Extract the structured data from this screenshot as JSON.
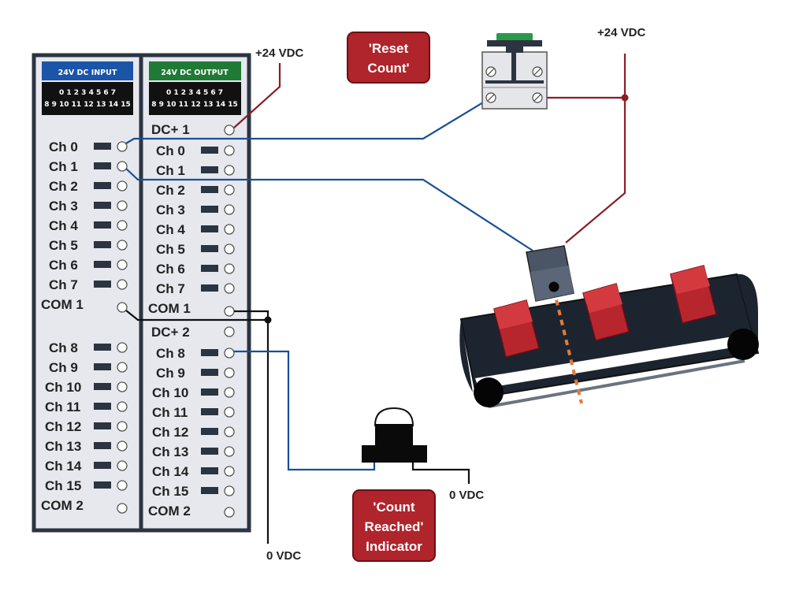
{
  "input_module": {
    "header": "24V DC INPUT",
    "header_color": "#1a55a8",
    "digits_row1": "0 1 2 3 4 5 6 7",
    "digits_row2": "8 9 10 11 12 13 14 15",
    "channels_a": [
      "Ch 0",
      "Ch 1",
      "Ch 2",
      "Ch 3",
      "Ch 4",
      "Ch 5",
      "Ch 6",
      "Ch 7"
    ],
    "com1": "COM 1",
    "channels_b": [
      "Ch 8",
      "Ch 9",
      "Ch 10",
      "Ch 11",
      "Ch 12",
      "Ch 13",
      "Ch 14",
      "Ch 15"
    ],
    "com2": "COM 2"
  },
  "output_module": {
    "header": "24V DC OUTPUT",
    "header_color": "#1f7a35",
    "digits_row1": "0 1 2 3 4 5 6 7",
    "digits_row2": "8 9 10 11 12 13 14 15",
    "dc1": "DC+ 1",
    "channels_a": [
      "Ch 0",
      "Ch 1",
      "Ch 2",
      "Ch 3",
      "Ch 4",
      "Ch 5",
      "Ch 6",
      "Ch 7"
    ],
    "com1": "COM 1",
    "dc2": "DC+ 2",
    "channels_b": [
      "Ch 8",
      "Ch 9",
      "Ch 10",
      "Ch 11",
      "Ch 12",
      "Ch 13",
      "Ch 14",
      "Ch 15"
    ],
    "com2": "COM 2"
  },
  "supply_labels": {
    "plus24_left": "+24 VDC",
    "plus24_right": "+24 VDC",
    "zero_bottom": "0 VDC",
    "zero_indicator": "0 VDC"
  },
  "callouts": {
    "reset_line1": "'Reset",
    "reset_line2": "Count'",
    "count_line1": "'Count",
    "count_line2": "Reached'",
    "count_line3": "Indicator",
    "callout_color": "#b0242b"
  },
  "wire_colors": {
    "signal": "#1a4f94",
    "positive": "#8b1d24",
    "zero": "#111111",
    "beam": "#e07b39"
  },
  "icons": [
    "reset-pushbutton-icon",
    "photo-sensor-icon",
    "indicator-lamp-icon",
    "conveyor-belt-icon"
  ]
}
